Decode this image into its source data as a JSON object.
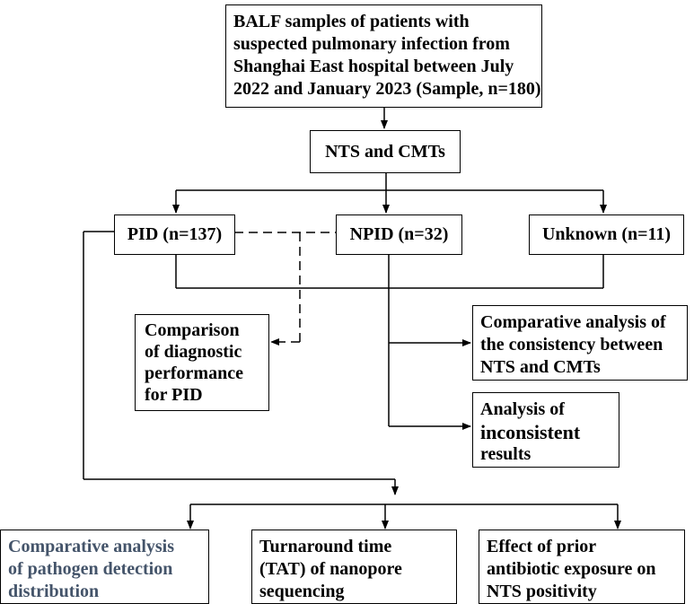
{
  "diagram": {
    "colors": {
      "text": "#000000",
      "muted_text": "#44546a",
      "stroke": "#000000",
      "background": "#ffffff"
    },
    "boxes": {
      "samples": [
        "BALF samples of patients with",
        "suspected pulmonary infection from",
        "Shanghai East hospital between July",
        "2022 and January 2023 (Sample, n=180)"
      ],
      "methods": "NTS and CMTs",
      "pid": "PID (n=137)",
      "npid": "NPID (n=32)",
      "unknown": "Unknown (n=11)",
      "diagnostic_comparison": [
        "Comparison",
        "of diagnostic",
        "performance",
        "for PID"
      ],
      "consistency_analysis": [
        "Comparative analysis of",
        "the consistency between",
        "NTS and CMTs"
      ],
      "inconsistent_analysis": [
        "Analysis of",
        "inconsistent",
        "results"
      ],
      "pathogen_distribution": [
        "Comparative analysis",
        "of pathogen detection",
        "distribution"
      ],
      "turnaround_time": [
        "Turnaround time",
        "(TAT) of nanopore",
        "sequencing"
      ],
      "antibiotic_effect": [
        "Effect of prior",
        "antibiotic exposure on",
        "NTS positivity"
      ]
    }
  }
}
